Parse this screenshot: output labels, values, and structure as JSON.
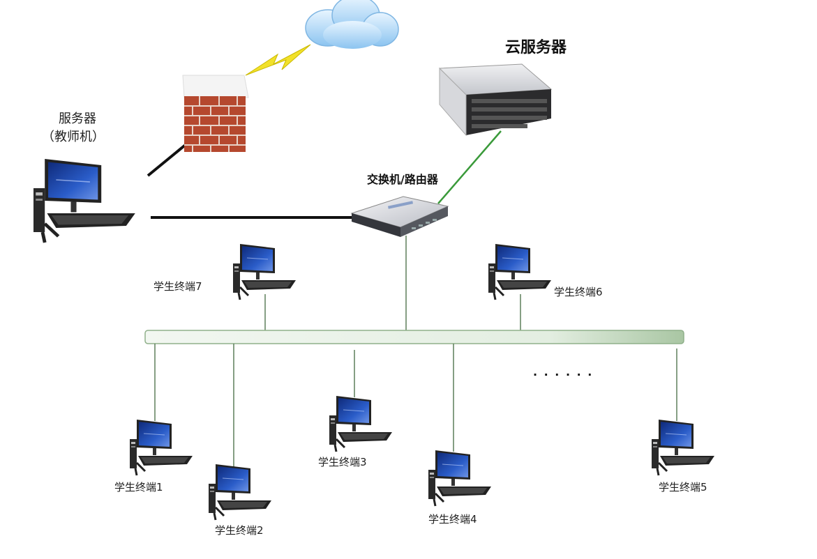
{
  "labels": {
    "cloud_server": "云服务器",
    "teacher_server_line1": "服务器",
    "teacher_server_line2": "（教师机）",
    "switch_router": "交换机/路由器",
    "terminal_1": "学生终端1",
    "terminal_2": "学生终端2",
    "terminal_3": "学生终端3",
    "terminal_4": "学生终端4",
    "terminal_5": "学生终端5",
    "terminal_6": "学生终端6",
    "terminal_7": "学生终端7",
    "ellipsis": "· · · · · ·"
  },
  "colors": {
    "bus_fill": "#e4efe2",
    "bus_stroke": "#7fa37a",
    "green_line": "#3a9a3a",
    "black_line": "#111111",
    "monitor_screen": "#1d3f9a",
    "brick": "#b5482e",
    "lightning": "#f2e12a",
    "cloud": "#a9d3f5"
  },
  "icons": {
    "cloud": "cloud-icon",
    "lightning": "lightning-icon",
    "firewall": "firewall-icon",
    "cloud_server": "rack-server-icon",
    "switch": "switch-icon",
    "terminal": "desktop-computer-icon"
  }
}
